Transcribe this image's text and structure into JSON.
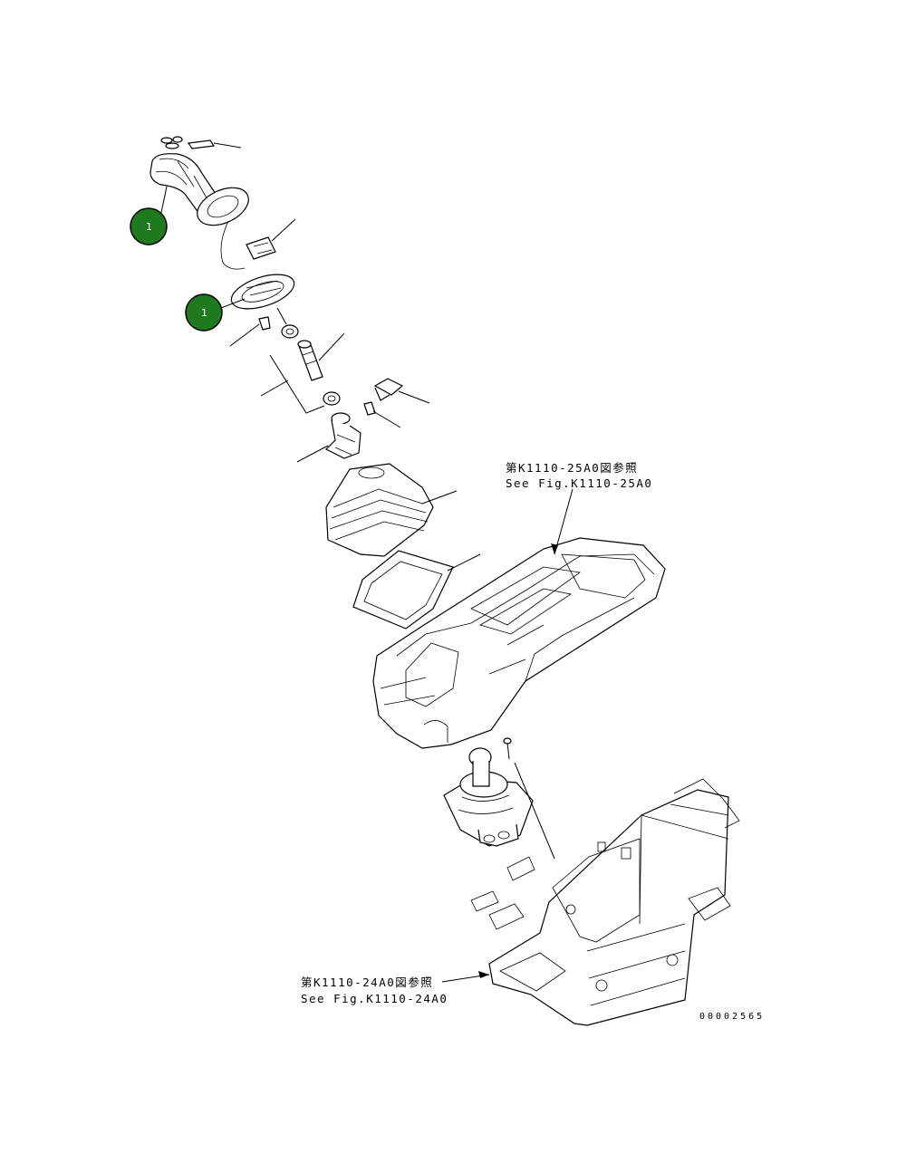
{
  "references": {
    "upper": {
      "jp": "第K1110-25A0図参照",
      "en": "See Fig.K1110-25A0"
    },
    "lower": {
      "jp": "第K1110-24A0図参照",
      "en": "See Fig.K1110-24A0"
    }
  },
  "callouts": [
    {
      "number": "1",
      "color": "#1f7a1f"
    },
    {
      "number": "1",
      "color": "#1f7a1f"
    }
  ],
  "drawing_number": "00002565",
  "colors": {
    "callout_fill": "#1f7a1f",
    "ink": "#000000",
    "background": "#ffffff"
  }
}
